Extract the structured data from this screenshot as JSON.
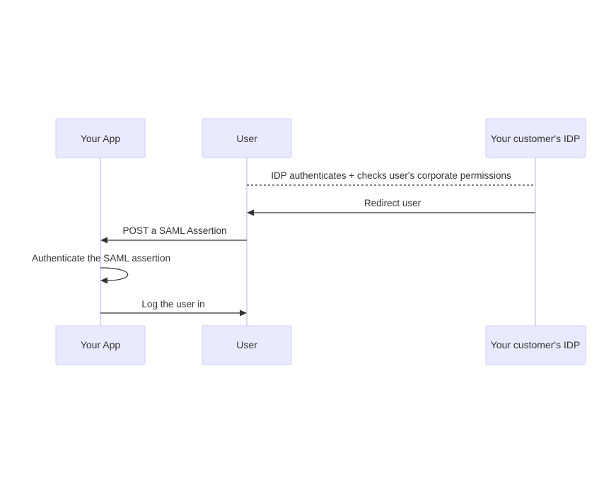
{
  "actors": {
    "your_app": "Your App",
    "user": "User",
    "idp": "Your customer's IDP"
  },
  "messages": [
    {
      "from": "User",
      "to": "Your customer's IDP",
      "label": "IDP authenticates + checks user's corporate permissions",
      "style": "dashed-no-arrow"
    },
    {
      "from": "Your customer's IDP",
      "to": "User",
      "label": "Redirect user",
      "style": "solid-arrow"
    },
    {
      "from": "User",
      "to": "Your App",
      "label": "POST a SAML Assertion",
      "style": "solid-arrow"
    },
    {
      "from": "Your App",
      "to": "Your App",
      "label": "Authenticate the SAML assertion",
      "style": "self-loop"
    },
    {
      "from": "Your App",
      "to": "User",
      "label": "Log the user in",
      "style": "solid-arrow"
    }
  ],
  "colors": {
    "actor_fill": "#eaeaff",
    "actor_border": "#ccccff",
    "line": "#333333",
    "text": "#333333"
  }
}
